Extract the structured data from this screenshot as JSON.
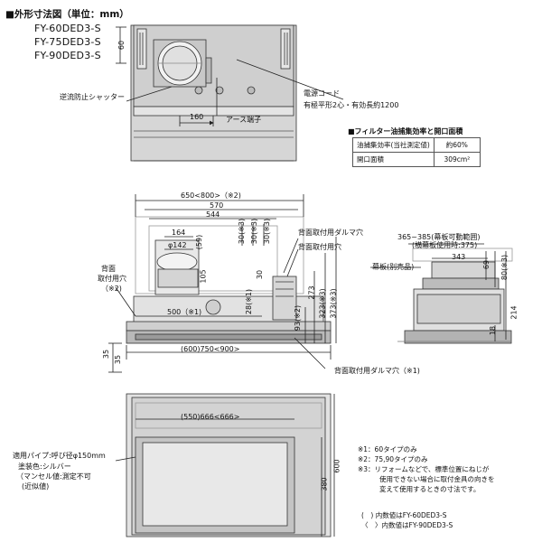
{
  "title": "■外形寸法図（単位：mm）",
  "models": [
    "FY-60DED3-S",
    "FY-75DED3-S",
    "FY-90DED3-S"
  ],
  "top_view": {
    "dim_60": "60",
    "dim_160": "160",
    "shutter_label": "逆流防止シャッター",
    "power_cord_label": "電源コード",
    "power_cord_spec": "有極平形2心・有効長約1200",
    "ground_label": "アース端子"
  },
  "filter_table": {
    "title": "■フィルター油捕集効率と開口面積",
    "rows": [
      {
        "label": "油捕集効率(当社測定値)",
        "value": "約60%"
      },
      {
        "label": "開口面積",
        "value": "309cm²"
      }
    ]
  },
  "front_view": {
    "dim_width": "650<800>（※2)",
    "dim_570": "570",
    "dim_544": "544",
    "dim_164": "164",
    "dim_phi": "φ142",
    "dim_59": "(59)",
    "dim_105": "105",
    "dim_500": "500（※1)",
    "dim_bottom": "(600)750<900>",
    "dim_30a": "30(※3)",
    "dim_30b": "30(※3)",
    "dim_30c": "30(※3)",
    "dim_30": "30",
    "dim_28": "28(※1)",
    "dim_93": "93(※2)",
    "dim_273": "273",
    "dim_323": "323(※3)",
    "dim_373": "373(※3)",
    "dim_35a": "35",
    "dim_35b": "35",
    "label_dalma_top": "背面取付用ダルマ穴",
    "label_hole_top": "背面取付用穴",
    "label_back_hole": "背面",
    "label_back_hole2": "取付用穴",
    "label_back_hole3": "（※2)",
    "label_dalma_bottom": "背面取付用ダルマ穴（※1)"
  },
  "side_view": {
    "dim_range": "365~385(幕板可動範囲)",
    "dim_range2": "(横幕板使用時:375)",
    "dim_343": "343",
    "maku_label": "幕板(別売品)",
    "dim_69": "69",
    "dim_80": "80(※3)",
    "dim_214": "214",
    "dim_18": "18"
  },
  "bottom_view": {
    "dim_width": "(550)666<666>",
    "dim_600": "600",
    "dim_380": "380",
    "pipe_label": "適用パイプ:呼び径φ150mm",
    "paint_label": "塗装色:シルバー",
    "munsell_label": "（マンセル値:測定不可",
    "ref_label": "(近似値)"
  },
  "notes": [
    "※1：60タイプのみ",
    "※2：75,90タイプのみ",
    "※3：リフォームなどで、標準位置にねじが",
    "使用できない場合に取付金具の向きを",
    "変えて使用するときの寸法です。"
  ],
  "legend": [
    "(　) 内数値はFY-60DED3-S",
    "〈　〉内数値はFY-90DED3-S"
  ],
  "colors": {
    "panel": "#d6d6d6",
    "line": "#222222",
    "highlight": "#ffffff"
  }
}
